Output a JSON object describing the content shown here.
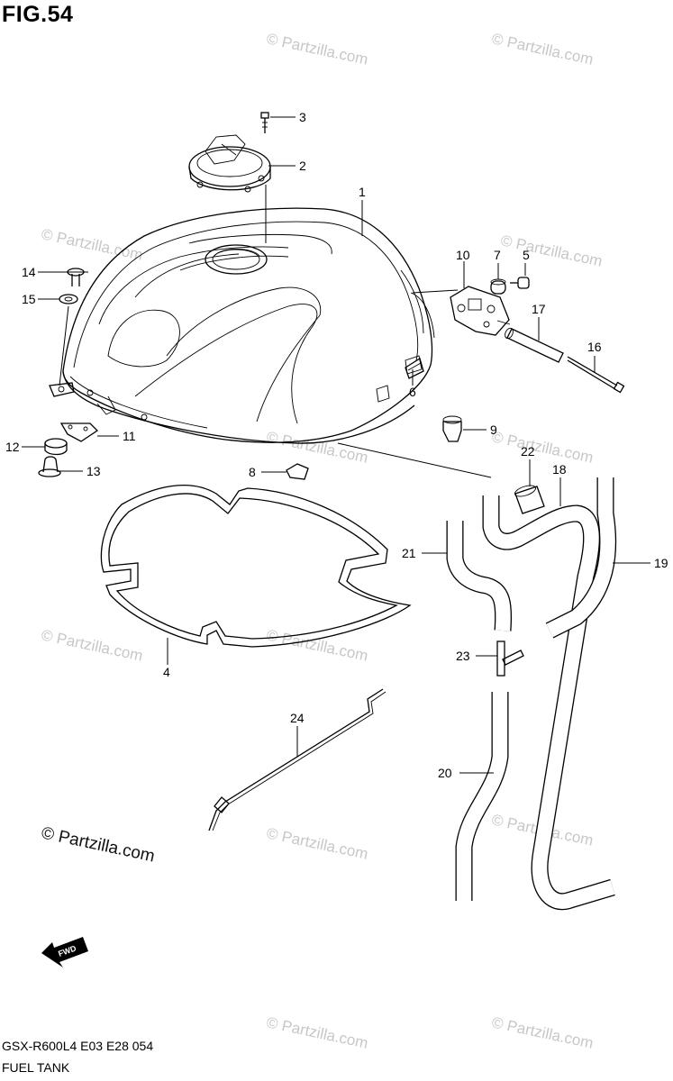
{
  "figure": {
    "title": "FIG.54",
    "model_line": "GSX-R600L4  E03  E28  054",
    "name": "FUEL TANK",
    "forward_marker": "FWD"
  },
  "watermark": {
    "text": "© Partzilla.com"
  },
  "callouts": [
    "1",
    "2",
    "3",
    "4",
    "5",
    "6",
    "7",
    "8",
    "9",
    "10",
    "11",
    "12",
    "13",
    "14",
    "15",
    "16",
    "17",
    "18",
    "19",
    "20",
    "21",
    "22",
    "23",
    "24"
  ]
}
